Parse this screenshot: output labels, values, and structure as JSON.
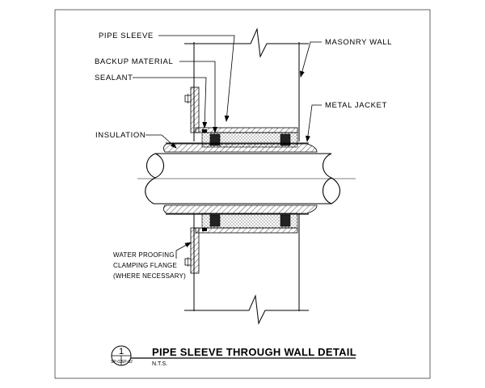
{
  "labels": {
    "pipe_sleeve": "PIPE SLEEVE",
    "masonry_wall": "MASONRY WALL",
    "backup_material": "BACKUP MATERIAL",
    "sealant": "SEALANT",
    "metal_jacket": "METAL JACKET",
    "insulation": "INSULATION",
    "flange_line1": "WATER PROOFING",
    "flange_line2": "CLAMPING FLANGE",
    "flange_line3": "(WHERE NECESSARY)"
  },
  "title_block": {
    "detail_number": "1",
    "sheet_ref_left": "SP-02",
    "sheet_ref_right": "SP-02",
    "title": "PIPE SLEEVE THROUGH WALL DETAIL",
    "scale": "N.T.S."
  },
  "colors": {
    "line": "#000000",
    "background": "#ffffff"
  }
}
